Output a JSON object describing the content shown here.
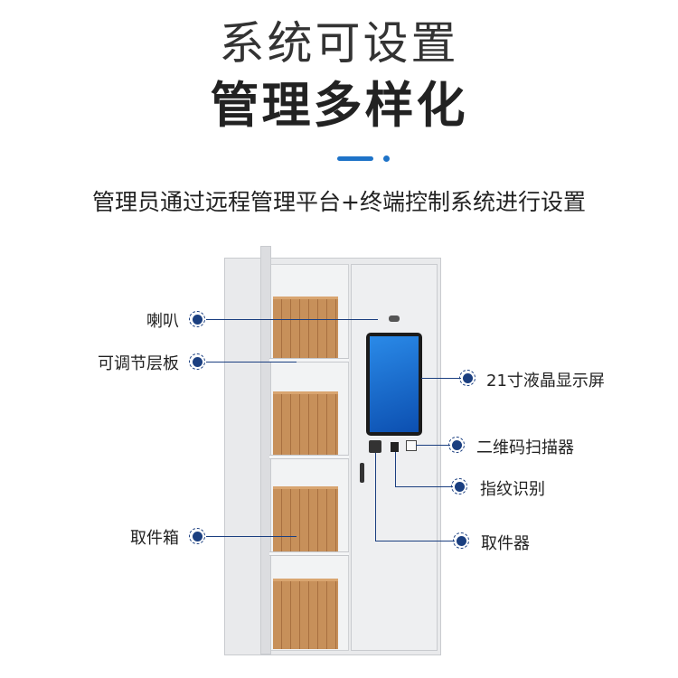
{
  "title_line1": "系统可设置",
  "title_line2": "管理多样化",
  "subtitle": "管理员通过远程管理平台+终端控制系统进行设置",
  "labels": {
    "speaker": "喇叭",
    "shelf": "可调节层板",
    "pickup_box": "取件箱",
    "screen": "21寸液晶显示屏",
    "qr_scanner": "二维码扫描器",
    "fingerprint": "指纹识别",
    "pickup_device": "取件器"
  },
  "colors": {
    "accent": "#1e73c8",
    "marker": "#1b3f80"
  }
}
